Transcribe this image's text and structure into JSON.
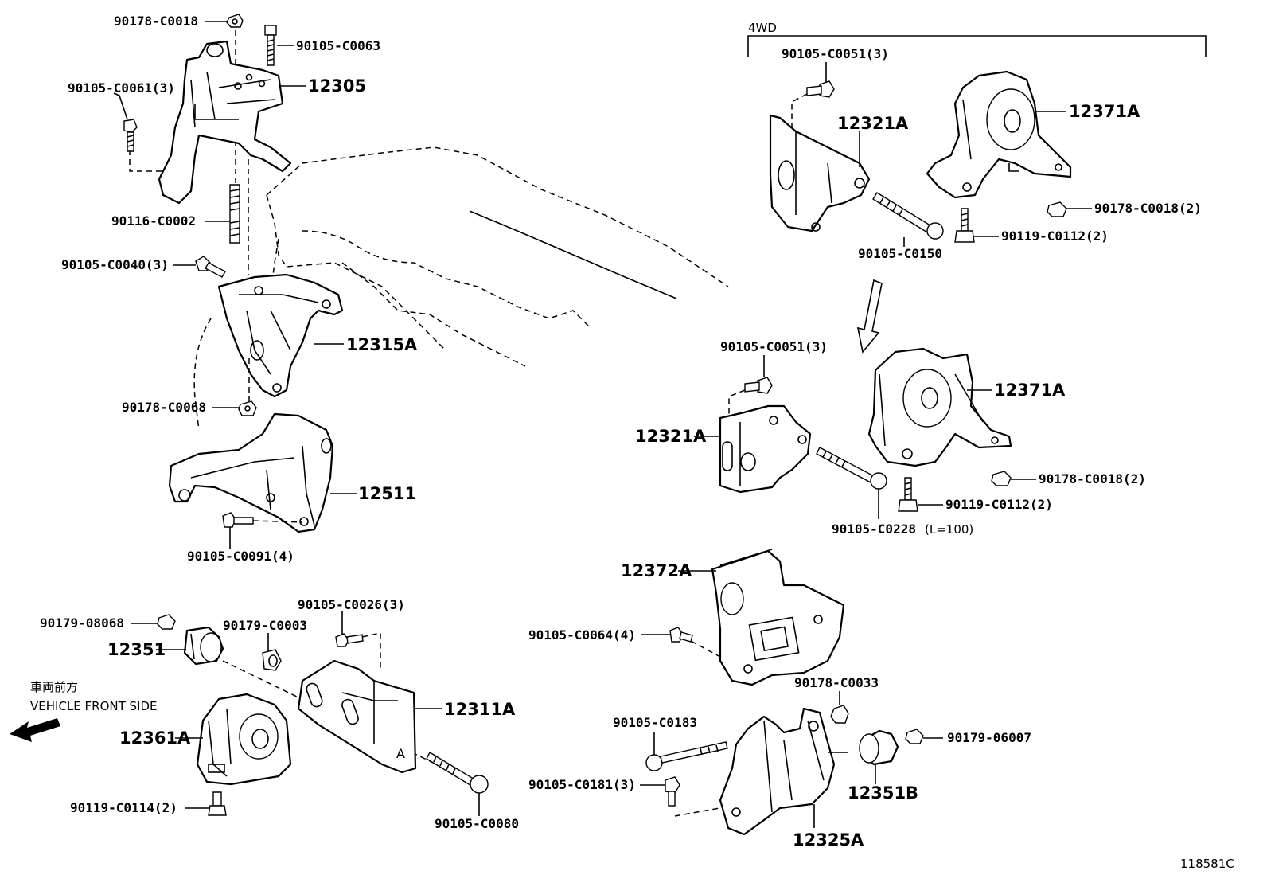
{
  "labels": {
    "l_90178_C0018_top": "90178-C0018",
    "l_90105_C0063": "90105-C0063",
    "l_90105_C0061": "90105-C0061(3)",
    "l_12305": "12305",
    "l_90116_C0002": "90116-C0002",
    "l_90105_C0040": "90105-C0040(3)",
    "l_12315A": "12315A",
    "l_90178_C0068": "90178-C0068",
    "l_12511": "12511",
    "l_90105_C0091": "90105-C0091(4)",
    "l_90179_08068": "90179-08068",
    "l_12351": "12351",
    "l_90179_C0003": "90179-C0003",
    "l_90105_C0026": "90105-C0026(3)",
    "l_front_jp": "車両前方",
    "l_front_en": "VEHICLE FRONT SIDE",
    "l_12311A": "12311A",
    "l_12361A": "12361A",
    "l_90119_C0114": "90119-C0114(2)",
    "l_90105_C0080": "90105-C0080",
    "l_4wd": "4WD",
    "l_90105_C0051_a": "90105-C0051(3)",
    "l_12321A_a": "12321A",
    "l_12371A_a": "12371A",
    "l_90178_C0018_a": "90178-C0018(2)",
    "l_90119_C0112_a": "90119-C0112(2)",
    "l_90105_C0150": "90105-C0150",
    "l_90105_C0051_b": "90105-C0051(3)",
    "l_12371A_b": "12371A",
    "l_12321A_b": "12321A",
    "l_90178_C0018_b": "90178-C0018(2)",
    "l_90119_C0112_b": "90119-C0112(2)",
    "l_90105_C0228": "90105-C0228",
    "l_L100": "(L=100)",
    "l_12372A": "12372A",
    "l_90105_C0064": "90105-C0064(4)",
    "l_90178_C0033": "90178-C0033",
    "l_90105_C0183": "90105-C0183",
    "l_90179_06007": "90179-06007",
    "l_90105_C0181": "90105-C0181(3)",
    "l_12351B": "12351B",
    "l_12325A": "12325A",
    "l_mark_A": "A",
    "l_figure_code": "118581C"
  }
}
